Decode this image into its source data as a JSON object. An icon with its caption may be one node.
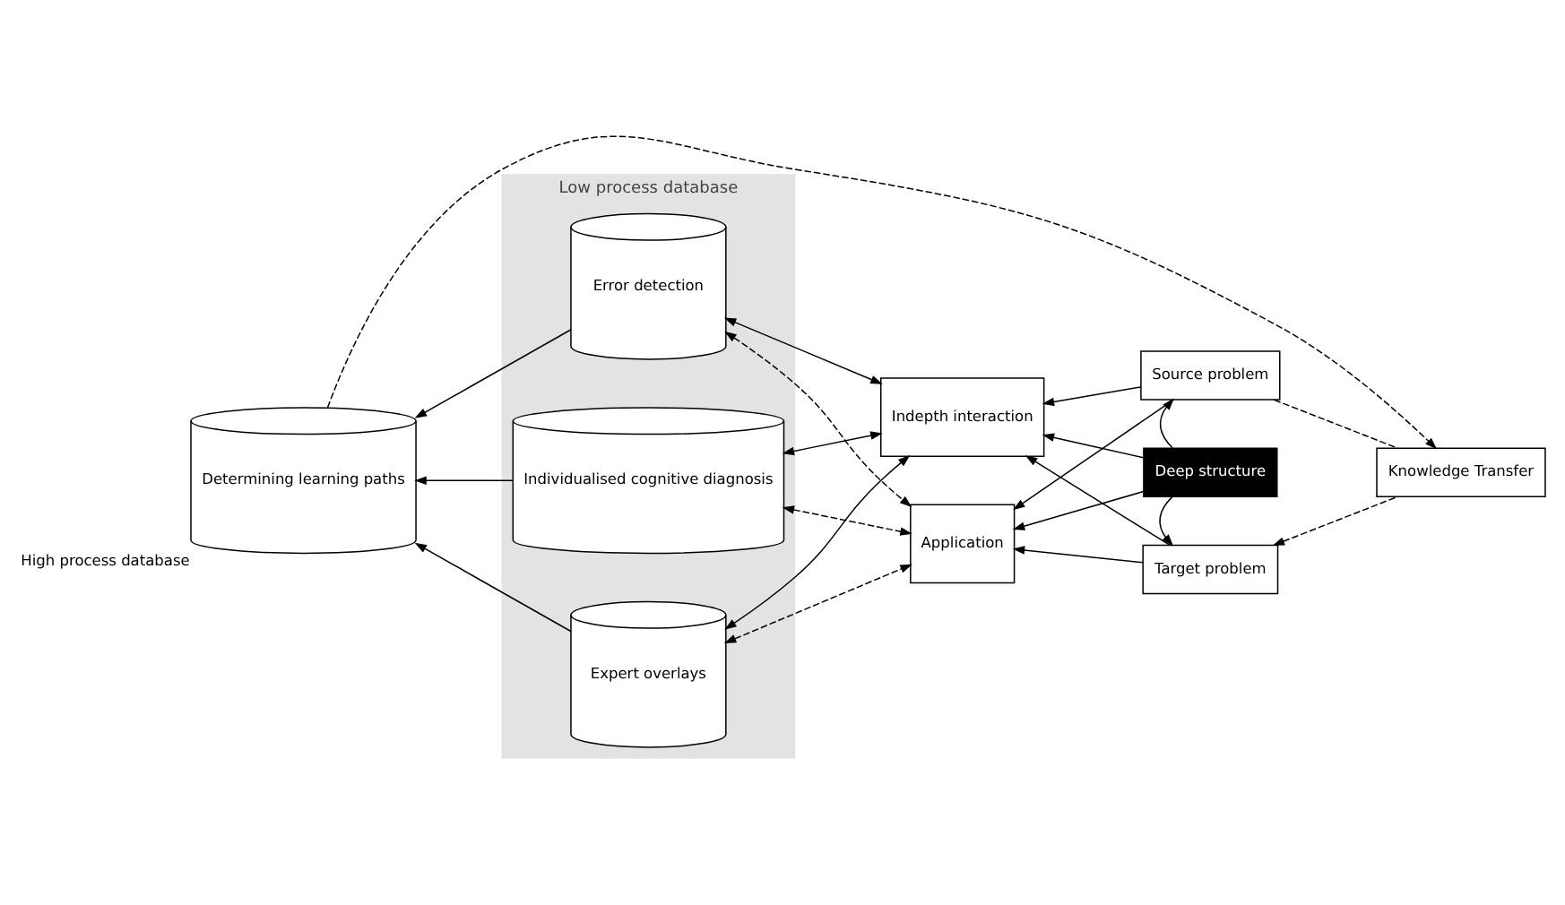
{
  "diagram": {
    "nodes": [
      {
        "text": [
          "Low process database"
        ]
      },
      {
        "text": [
          "Individualised cognitive diagnosis"
        ],
        "in": 0
      },
      {
        "text": [
          "Error detection"
        ],
        "in": 0
      },
      {
        "text": [
          "Expert overlays"
        ],
        "in": 0
      },
      {
        "text": [
          "Determining learning paths"
        ],
        "beside": [
          "High process database"
        ]
      },
      {
        "text": [
          "Indepth interaction"
        ]
      },
      {
        "text": [
          "Application"
        ]
      },
      {
        "text": [
          "Source problem"
        ]
      },
      {
        "text": [
          "Deep structure"
        ]
      },
      {
        "text": [
          "Target problem"
        ]
      },
      {
        "text": [
          "Knowledge Transfer"
        ]
      }
    ],
    "edges": [
      {
        "from": 1,
        "to": 4,
        "arrow": "to"
      },
      {
        "from": 2,
        "to": 4,
        "arrow": "to"
      },
      {
        "from": 3,
        "to": 4,
        "arrow": "to"
      },
      {
        "from": 1,
        "to": 5,
        "arrow": "both"
      },
      {
        "from": 2,
        "to": 5,
        "arrow": "both"
      },
      {
        "from": 3,
        "to": 5,
        "arrow": "both"
      },
      {
        "from": 1,
        "to": 6,
        "arrow": "both",
        "style": "dashed"
      },
      {
        "from": 2,
        "to": 6,
        "arrow": "both",
        "style": "dashed"
      },
      {
        "from": 3,
        "to": 6,
        "arrow": "both",
        "style": "dashed"
      },
      {
        "from": 7,
        "to": 5,
        "arrow": "to"
      },
      {
        "from": 8,
        "to": 5,
        "arrow": "to"
      },
      {
        "from": 9,
        "to": 5,
        "arrow": "to"
      },
      {
        "from": 7,
        "to": 6,
        "arrow": "to"
      },
      {
        "from": 8,
        "to": 6,
        "arrow": "to"
      },
      {
        "from": 9,
        "to": 6,
        "arrow": "to"
      },
      {
        "from": 8,
        "to": 7,
        "arrow": "to"
      },
      {
        "from": 8,
        "to": 9,
        "arrow": "to"
      },
      {
        "from": 7,
        "to": 10,
        "arrow": "none",
        "style": "dashed"
      },
      {
        "from": 10,
        "to": 9,
        "arrow": "to",
        "style": "dashed"
      },
      {
        "from": 4,
        "to": 10,
        "arrow": "to",
        "style": "dashed"
      }
    ]
  }
}
